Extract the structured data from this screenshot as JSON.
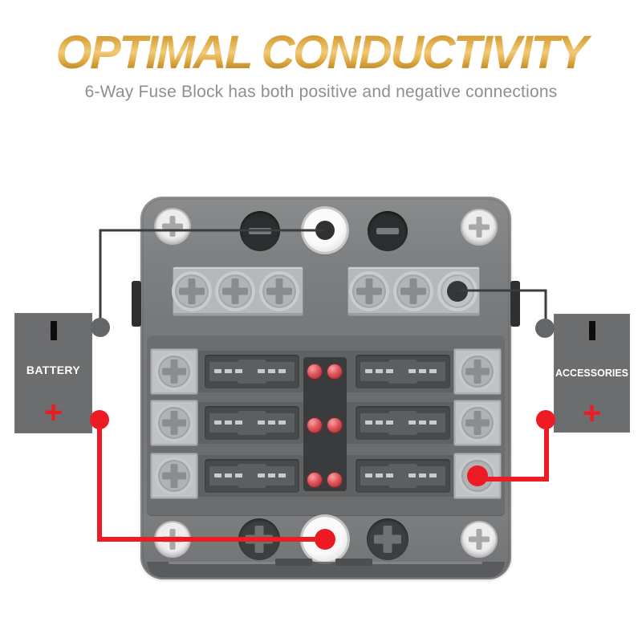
{
  "header": {
    "title": "OPTIMAL CONDUCTIVITY",
    "subtitle": "6-Way Fuse Block has both positive and negative connections"
  },
  "battery": {
    "label": "BATTERY",
    "positive_symbol": "+"
  },
  "accessories": {
    "label": "ACCESSORIES",
    "positive_symbol": "+"
  },
  "fuse_block": {
    "fuse_positions": 6,
    "led_indicators": 6
  },
  "colors": {
    "title_gold": "#d9a33d",
    "positive_red": "#ed1c24",
    "negative_wire": "#3a3c3e",
    "wire_node_gray": "#646668",
    "led_red": "#d84046",
    "block_gray": "#7a7c7e",
    "box_gray": "#6b6d6f"
  }
}
